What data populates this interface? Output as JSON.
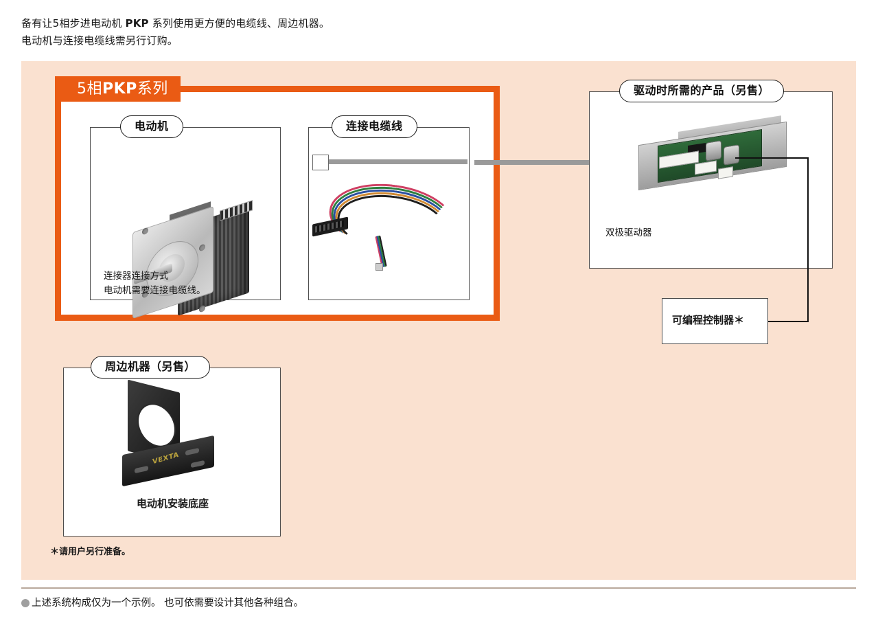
{
  "intro": {
    "line1_pre": "备有让5相步进电动机 ",
    "line1_bold": "PKP",
    "line1_post": " 系列使用更方便的电缆线、周边机器。",
    "line2": "电动机与连接电缆线需另行订购。"
  },
  "orange_group": {
    "tab_prefix": "5相",
    "tab_bold": "PKP",
    "tab_suffix": "系列",
    "motor_box": {
      "caption": "电动机",
      "note": "连接器连接方式\n电动机需要连接电缆线。",
      "image_name": "stepper-motor-photo"
    },
    "cable_box": {
      "caption": "连接电缆线",
      "image_name": "connection-cable-photo"
    }
  },
  "driver_group": {
    "caption": "驱动时所需的产品（另售）",
    "label": "双极驱动器",
    "image_name": "bipolar-driver-board-photo"
  },
  "controller_box": {
    "label": "可编程控制器＊"
  },
  "peripheral_group": {
    "caption": "周边机器（另售）",
    "item_label": "电动机安装底座",
    "image_name": "motor-mounting-bracket-photo",
    "footnote": "＊请用户另行准备。"
  },
  "footer": {
    "note": "上述系统构成仅为一个示例。 也可依需要设计其他各种组合。"
  },
  "colors": {
    "panel_background": "#FAE1D0",
    "accent_orange": "#EA5B14",
    "connector_gray": "#9A9A9A",
    "line_black": "#111111",
    "rule_brown": "#B9A99C"
  }
}
